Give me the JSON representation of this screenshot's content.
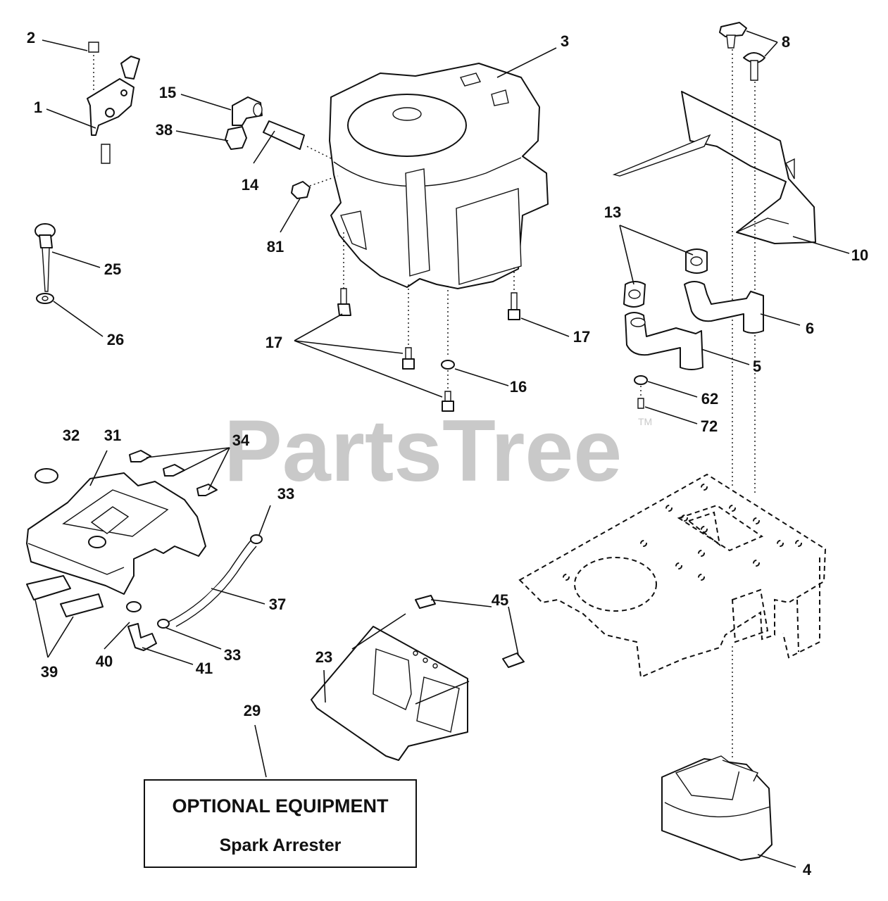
{
  "watermark": {
    "text": "PartsTree",
    "trademark": "TM"
  },
  "optional_box": {
    "line1": "OPTIONAL EQUIPMENT",
    "line2": "Spark Arrester"
  },
  "callouts": {
    "c1": "1",
    "c2": "2",
    "c3": "3",
    "c4": "4",
    "c5": "5",
    "c6": "6",
    "c8": "8",
    "c10": "10",
    "c13": "13",
    "c14": "14",
    "c15": "15",
    "c16": "16",
    "c17a": "17",
    "c17b": "17",
    "c23": "23",
    "c25": "25",
    "c26": "26",
    "c29": "29",
    "c31": "31",
    "c32": "32",
    "c33a": "33",
    "c33b": "33",
    "c34": "34",
    "c37": "37",
    "c38": "38",
    "c39": "39",
    "c40": "40",
    "c41": "41",
    "c45": "45",
    "c62": "62",
    "c72": "72",
    "c81": "81"
  }
}
